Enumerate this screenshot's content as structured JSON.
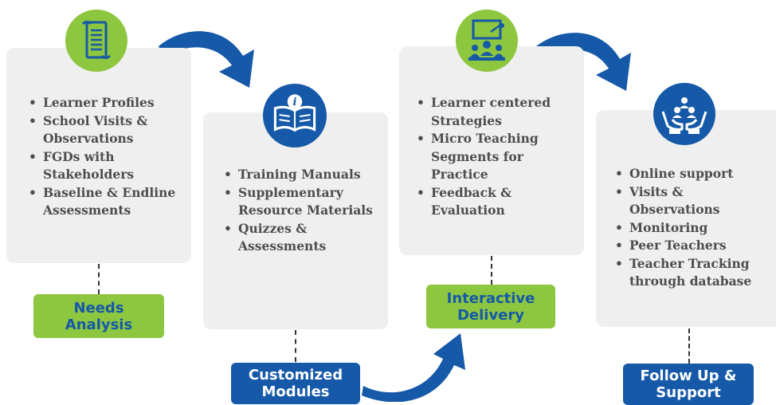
{
  "stages": [
    {
      "id": "needs-analysis",
      "icon": "scroll-document-icon",
      "items": [
        "Learner Profiles",
        "School Visits & Observations",
        "FGDs with Stakeholders",
        "Baseline & Endline Assessments"
      ],
      "label_lines": [
        "Needs",
        "Analysis"
      ]
    },
    {
      "id": "customized-modules",
      "icon": "open-book-info-icon",
      "items": [
        "Training Manuals",
        "Supplementary Resource Materials",
        " Quizzes & Assessments"
      ],
      "label_lines": [
        "Customized",
        "Modules"
      ]
    },
    {
      "id": "interactive-delivery",
      "icon": "classroom-presentation-icon",
      "items": [
        "Learner centered Strategies",
        "Micro Teaching Segments for Practice",
        "Feedback & Evaluation"
      ],
      "label_lines": [
        "Interactive",
        "Delivery"
      ]
    },
    {
      "id": "follow-up-support",
      "icon": "hands-support-group-icon",
      "items": [
        "Online support",
        "Visits & Observations",
        "Monitoring",
        "Peer Teachers",
        "Teacher Tracking through database"
      ],
      "label_lines": [
        "Follow Up &",
        "Support"
      ]
    }
  ],
  "colors": {
    "icon_green": "#8dc63f",
    "brand_blue": "#1559a8",
    "card_gray": "#efefef",
    "text_gray": "#4d4d4d"
  }
}
